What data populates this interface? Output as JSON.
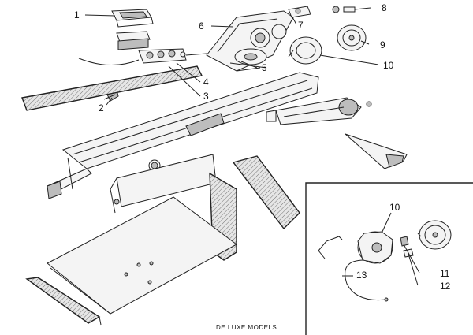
{
  "callouts": [
    {
      "id": "c1",
      "text": "1"
    },
    {
      "id": "c2",
      "text": "2"
    },
    {
      "id": "c3",
      "text": "3"
    },
    {
      "id": "c4",
      "text": "4"
    },
    {
      "id": "c5",
      "text": "5"
    },
    {
      "id": "c6",
      "text": "6"
    },
    {
      "id": "c7",
      "text": "7"
    },
    {
      "id": "c8",
      "text": "8"
    },
    {
      "id": "c9",
      "text": "9"
    },
    {
      "id": "c10a",
      "text": "10"
    },
    {
      "id": "c10b",
      "text": "10"
    },
    {
      "id": "c11",
      "text": "11"
    },
    {
      "id": "c12",
      "text": "12"
    },
    {
      "id": "c13",
      "text": "13"
    }
  ],
  "inset": {
    "caption": "DE LUXE MODELS"
  },
  "colors": {
    "ink": "#222222",
    "paper": "#ffffff",
    "shade": "#bdbdbd"
  }
}
